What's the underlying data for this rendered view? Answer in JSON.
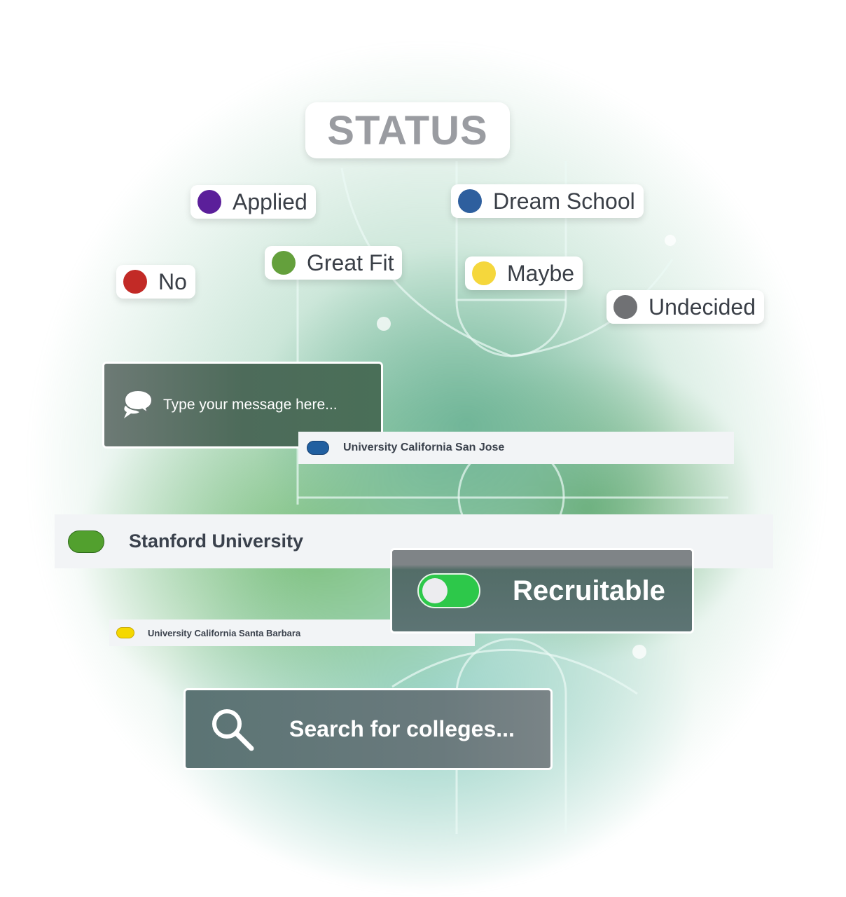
{
  "status_panel": {
    "title": "STATUS",
    "statuses": [
      {
        "label": "Applied",
        "color": "#5b1f9a",
        "icon": "purple-dot-icon"
      },
      {
        "label": "Dream School",
        "color": "#2e5f9e",
        "icon": "blue-dot-icon"
      },
      {
        "label": "Great Fit",
        "color": "#64a03c",
        "icon": "green-dot-icon"
      },
      {
        "label": "Maybe",
        "color": "#f5d73c",
        "icon": "yellow-dot-icon"
      },
      {
        "label": "No",
        "color": "#c22a26",
        "icon": "red-dot-icon"
      },
      {
        "label": "Undecided",
        "color": "#707174",
        "icon": "gray-dot-icon"
      }
    ]
  },
  "message_input": {
    "placeholder": "Type your message here...",
    "icon": "chat-bubbles-icon"
  },
  "college_list": [
    {
      "name": "University California San Jose",
      "status_color": "#215fa0"
    },
    {
      "name": "Stanford University",
      "status_color": "#52a02e"
    },
    {
      "name": "University California Santa Barbara",
      "status_color": "#f5d800"
    }
  ],
  "recruitable_toggle": {
    "label": "Recruitable",
    "on": true,
    "color": "#2dc84a"
  },
  "search": {
    "placeholder": "Search for colleges...",
    "icon": "search-icon"
  }
}
